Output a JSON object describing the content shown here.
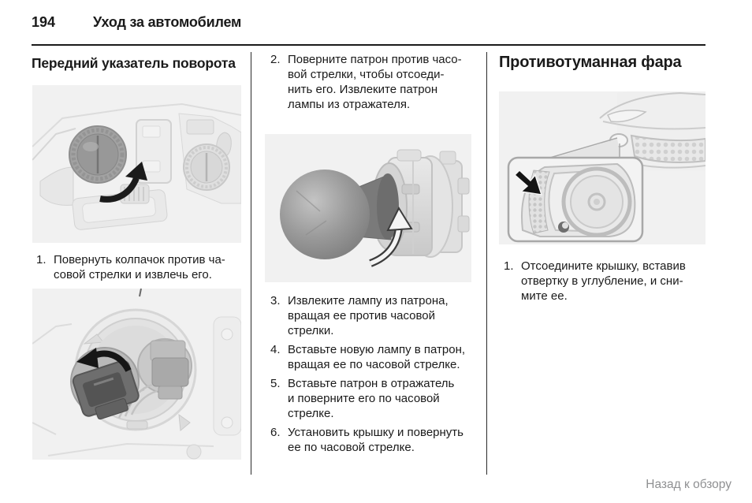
{
  "page": {
    "number": "194",
    "chapter_title": "Уход за автомобилем"
  },
  "col1": {
    "heading": "Передний указатель поворота",
    "steps": [
      {
        "num": "1.",
        "text": "Повернуть колпачок против ча-\nсовой стрелки и извлечь его."
      }
    ]
  },
  "col2": {
    "steps_top": [
      {
        "num": "2.",
        "text": "Поверните патрон против часо-\nвой стрелки, чтобы отсоеди-\nнить его. Извлеките патрон\nлампы из отражателя."
      }
    ],
    "steps_bottom": [
      {
        "num": "3.",
        "text": "Извлеките лампу из патрона,\nвращая ее против часовой\nстрелки."
      },
      {
        "num": "4.",
        "text": "Вставьте новую лампу в патрон,\nвращая ее по часовой стрелке."
      },
      {
        "num": "5.",
        "text": "Вставьте патрон в отражатель\nи поверните его по часовой\nстрелке."
      },
      {
        "num": "6.",
        "text": "Установить крышку и повернуть\nее по часовой стрелке."
      }
    ]
  },
  "col3": {
    "heading": "Противотуманная фара",
    "steps": [
      {
        "num": "1.",
        "text": "Отсоедините крышку, вставив\nотвертку в углубление, и сни-\nмите ее."
      }
    ]
  },
  "footer": {
    "back_link": "Назад к обзору"
  },
  "icons": {
    "rotate_ccw_arrow": "curved black arrow indicating counterclockwise rotation",
    "outlined_rotate_arrow": "white outlined curved rotation arrow",
    "pointer_arrow": "black arrow pointing at cover recess"
  },
  "colors": {
    "text": "#1a1a1a",
    "rule": "#1a1a1a",
    "figure_background": "#f1f1f1",
    "muted_link": "#8f9092"
  }
}
